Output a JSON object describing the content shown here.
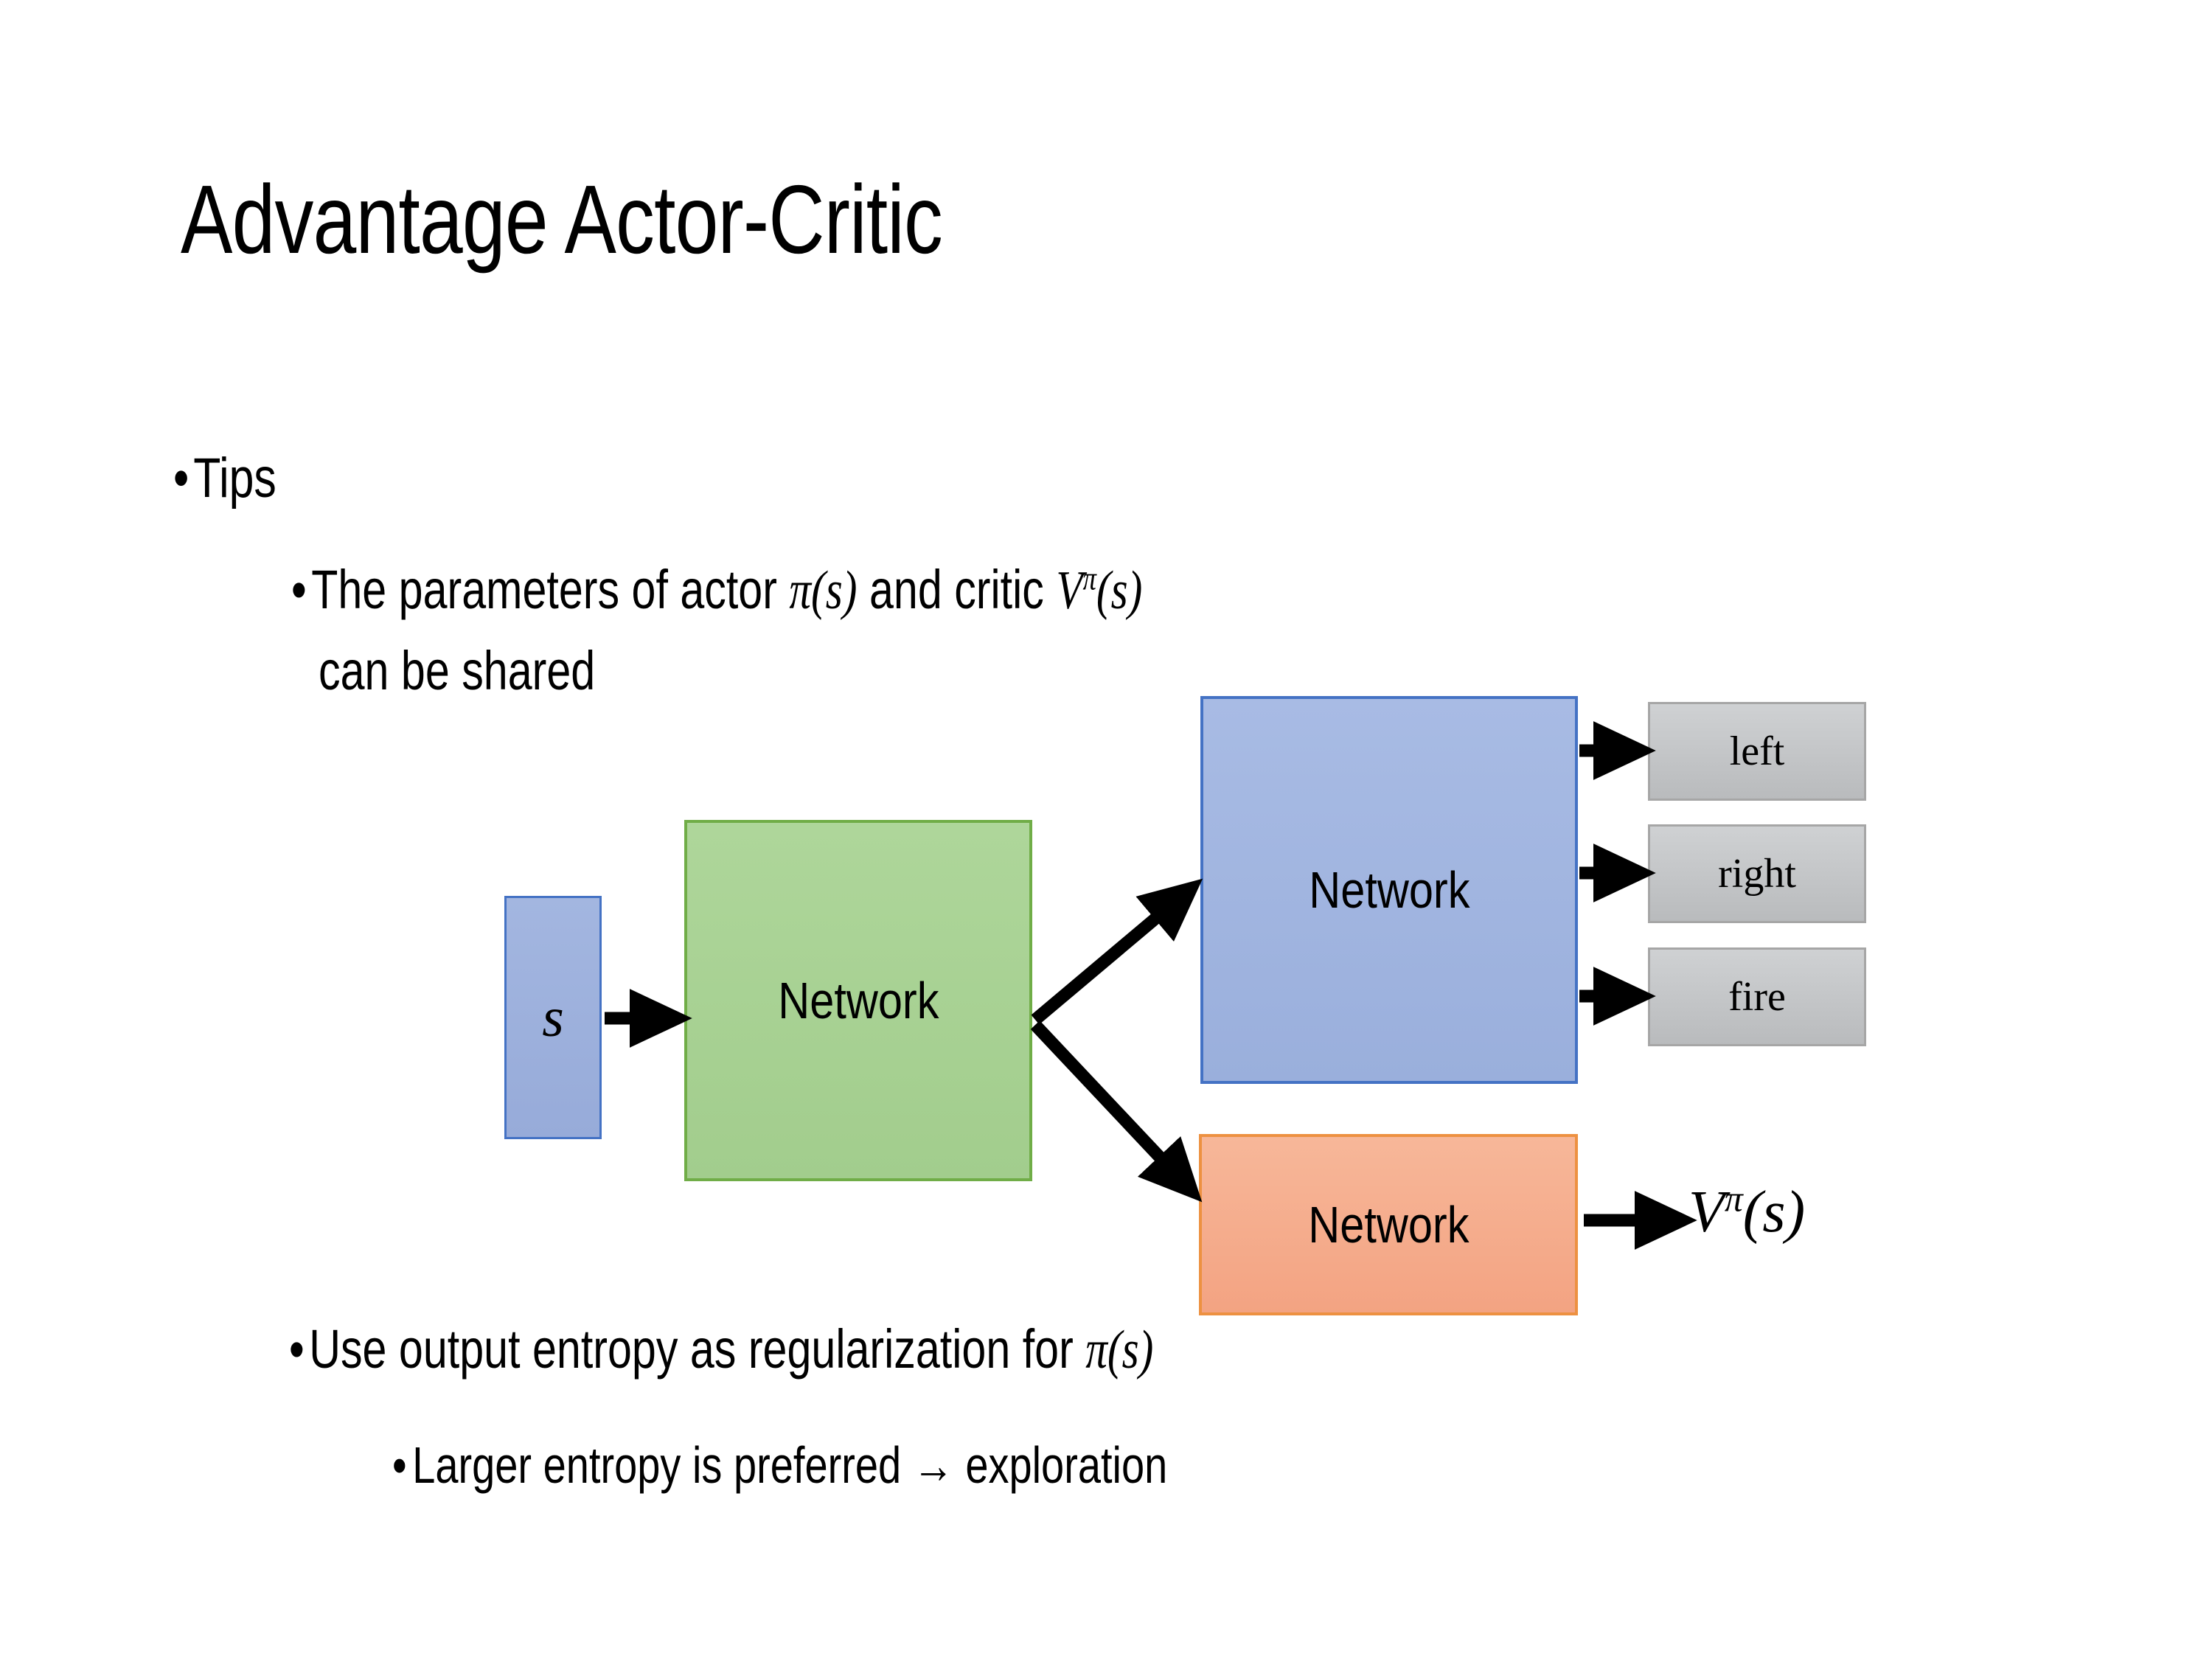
{
  "slide": {
    "title": "Advantage Actor-Critic"
  },
  "bullets": {
    "tips": {
      "marker": "•",
      "text": "Tips"
    },
    "shared_params": {
      "marker": "•",
      "line1_pre": "The parameters of actor ",
      "line1_math1": "π(s)",
      "line1_mid": "  and critic ",
      "line1_math2_base": "V",
      "line1_math2_sup": "π",
      "line1_math2_arg": "(s)",
      "line2": "can be shared"
    },
    "entropy": {
      "marker": "•",
      "text_pre": "Use output entropy as regularization for ",
      "math": "π(s)"
    },
    "exploration": {
      "marker": "•",
      "text": "Larger entropy is preferred → exploration"
    }
  },
  "diagram": {
    "state_box": {
      "label": "s",
      "fill": "#9eb2dd",
      "border": "#4472c4"
    },
    "shared_network": {
      "label": "Network",
      "fill": "#a9d18e",
      "border": "#70ad47"
    },
    "actor_network": {
      "label": "Network",
      "fill": "#9fb4df",
      "border": "#4472c4"
    },
    "critic_network": {
      "label": "Network",
      "fill": "#f4ac8b",
      "border": "#ed9141"
    },
    "actions": [
      {
        "label": "left",
        "fill": "#c4c6c8"
      },
      {
        "label": "right",
        "fill": "#c4c6c8"
      },
      {
        "label": "fire",
        "fill": "#c4c6c8"
      }
    ],
    "value_output": {
      "base": "V",
      "sup": "π",
      "arg": "(s)"
    },
    "arrow_color": "#000000"
  }
}
